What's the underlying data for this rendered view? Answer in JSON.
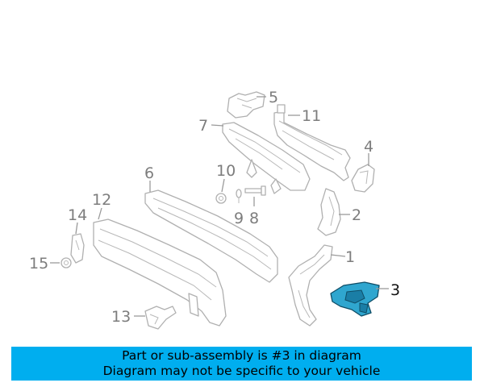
{
  "callouts": {
    "c1": "1",
    "c2": "2",
    "c3": "3",
    "c4": "4",
    "c5": "5",
    "c6": "6",
    "c7": "7",
    "c8": "8",
    "c9": "9",
    "c10": "10",
    "c11": "11",
    "c12": "12",
    "c13": "13",
    "c14": "14",
    "c15": "15"
  },
  "highlighted_part": "3",
  "banner": {
    "line1": "Part or sub-assembly is #3 in diagram",
    "line2": "Diagram may not be specific to your vehicle"
  },
  "colors": {
    "banner_background": "#00aeef",
    "highlight_fill": "#2fa6cf",
    "line_art": "#b0b0b0",
    "callout_text": "#7d7d7d"
  }
}
